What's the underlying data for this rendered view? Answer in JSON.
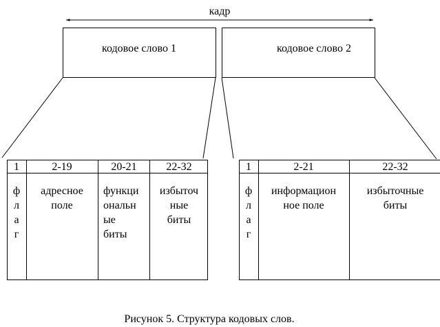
{
  "frame_label": "кадр",
  "codewords": [
    {
      "label": "кодовое слово 1"
    },
    {
      "label": "кодовое слово 2"
    }
  ],
  "table1": {
    "headers": [
      "1",
      "2-19",
      "20-21",
      "22-32"
    ],
    "cells": [
      [
        "ф",
        "л",
        "а",
        "г"
      ],
      [
        "адресное",
        "поле"
      ],
      [
        "функци",
        "ональн",
        "ые",
        "биты"
      ],
      [
        "избыточ",
        "ные",
        "биты"
      ]
    ]
  },
  "table2": {
    "headers": [
      "1",
      "2-21",
      "22-32"
    ],
    "cells": [
      [
        "ф",
        "л",
        "а",
        "г"
      ],
      [
        "информацион",
        "ное поле"
      ],
      [
        "избыточные",
        "биты"
      ]
    ]
  },
  "caption": "Рисунок 5. Структура кодовых слов.",
  "colors": {
    "stroke": "#000000",
    "background": "#ffffff"
  }
}
